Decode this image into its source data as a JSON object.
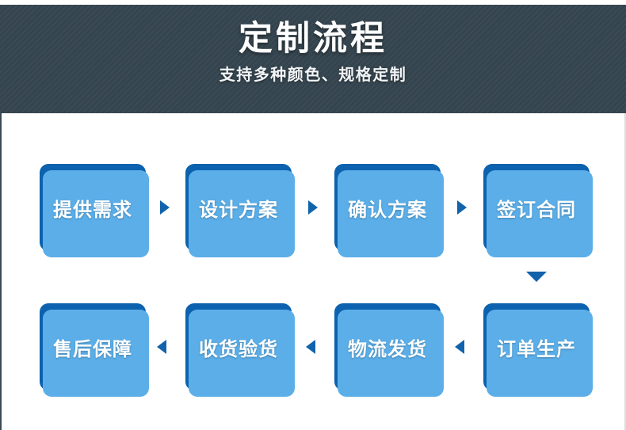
{
  "banner": {
    "title": "定制流程",
    "subtitle": "支持多种颜色、规格定制",
    "background_color": "#35454f",
    "title_color": "#ffffff"
  },
  "theme": {
    "node_color": "#0c62ae",
    "node_shadow_color": "#5baee8",
    "arrow_color": "#1263ac",
    "page_background": "#ffffff"
  },
  "flow": {
    "rows": [
      {
        "direction": "right",
        "nodes": [
          {
            "label": "提供需求"
          },
          {
            "label": "设计方案"
          },
          {
            "label": "确认方案"
          },
          {
            "label": "签订合同"
          }
        ],
        "connectors": [
          {
            "icon": "arrow-right-icon"
          },
          {
            "icon": "arrow-right-icon"
          },
          {
            "icon": "arrow-right-icon"
          }
        ]
      },
      {
        "direction": "left",
        "nodes": [
          {
            "label": "售后保障"
          },
          {
            "label": "收货验货"
          },
          {
            "label": "物流发货"
          },
          {
            "label": "订单生产"
          }
        ],
        "connectors": [
          {
            "icon": "arrow-left-icon"
          },
          {
            "icon": "arrow-left-icon"
          },
          {
            "icon": "arrow-left-icon"
          }
        ]
      }
    ],
    "row_connector": {
      "icon": "arrow-down-icon"
    }
  }
}
